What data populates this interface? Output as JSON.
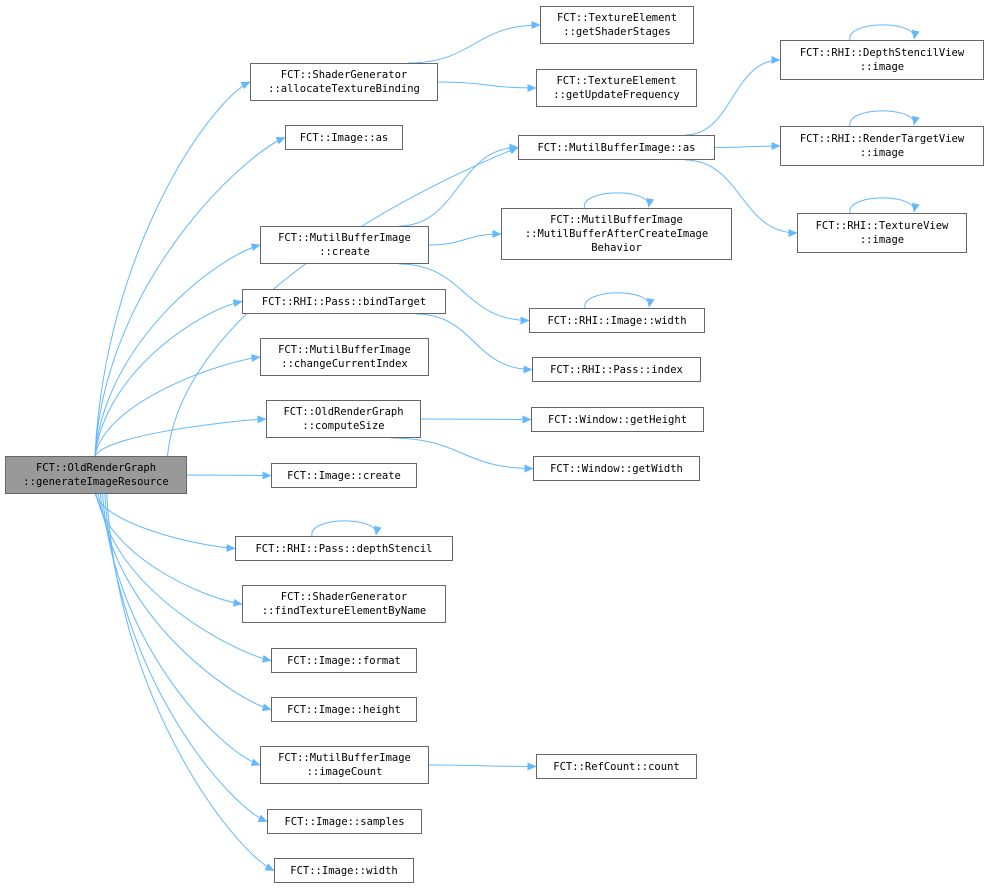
{
  "colors": {
    "edge": "#63b8ff",
    "node_border": "#666666",
    "root_fill": "#999999",
    "node_fill": "#ffffff"
  },
  "nodes": [
    {
      "id": "root",
      "lines": [
        "FCT::OldRenderGraph",
        "::generateImageResource"
      ],
      "root": true
    },
    {
      "id": "sg_alloc",
      "lines": [
        "FCT::ShaderGenerator",
        "::allocateTextureBinding"
      ]
    },
    {
      "id": "te_stages",
      "lines": [
        "FCT::TextureElement",
        "::getShaderStages"
      ]
    },
    {
      "id": "te_freq",
      "lines": [
        "FCT::TextureElement",
        "::getUpdateFrequency"
      ]
    },
    {
      "id": "img_as",
      "lines": [
        "FCT::Image::as"
      ]
    },
    {
      "id": "mbi_as",
      "lines": [
        "FCT::MutilBufferImage::as"
      ]
    },
    {
      "id": "dsv_image",
      "lines": [
        "FCT::RHI::DepthStencilView",
        "::image"
      ]
    },
    {
      "id": "rtv_image",
      "lines": [
        "FCT::RHI::RenderTargetView",
        "::image"
      ]
    },
    {
      "id": "tv_image",
      "lines": [
        "FCT::RHI::TextureView",
        "::image"
      ]
    },
    {
      "id": "mbi_create",
      "lines": [
        "FCT::MutilBufferImage",
        "::create"
      ]
    },
    {
      "id": "mbi_after",
      "lines": [
        "FCT::MutilBufferImage",
        "::MutilBufferAfterCreateImage",
        "Behavior"
      ]
    },
    {
      "id": "pass_bind",
      "lines": [
        "FCT::RHI::Pass::bindTarget"
      ]
    },
    {
      "id": "rhi_img_w",
      "lines": [
        "FCT::RHI::Image::width"
      ]
    },
    {
      "id": "pass_index",
      "lines": [
        "FCT::RHI::Pass::index"
      ]
    },
    {
      "id": "mbi_change",
      "lines": [
        "FCT::MutilBufferImage",
        "::changeCurrentIndex"
      ]
    },
    {
      "id": "org_compute",
      "lines": [
        "FCT::OldRenderGraph",
        "::computeSize"
      ]
    },
    {
      "id": "win_h",
      "lines": [
        "FCT::Window::getHeight"
      ]
    },
    {
      "id": "win_w",
      "lines": [
        "FCT::Window::getWidth"
      ]
    },
    {
      "id": "img_create",
      "lines": [
        "FCT::Image::create"
      ]
    },
    {
      "id": "pass_ds",
      "lines": [
        "FCT::RHI::Pass::depthStencil"
      ]
    },
    {
      "id": "sg_find",
      "lines": [
        "FCT::ShaderGenerator",
        "::findTextureElementByName"
      ]
    },
    {
      "id": "img_format",
      "lines": [
        "FCT::Image::format"
      ]
    },
    {
      "id": "img_height",
      "lines": [
        "FCT::Image::height"
      ]
    },
    {
      "id": "mbi_count",
      "lines": [
        "FCT::MutilBufferImage",
        "::imageCount"
      ]
    },
    {
      "id": "ref_count",
      "lines": [
        "FCT::RefCount::count"
      ]
    },
    {
      "id": "img_samples",
      "lines": [
        "FCT::Image::samples"
      ]
    },
    {
      "id": "img_width",
      "lines": [
        "FCT::Image::width"
      ]
    }
  ],
  "edges": [
    {
      "from": "root",
      "to": "sg_alloc"
    },
    {
      "from": "root",
      "to": "img_as"
    },
    {
      "from": "root",
      "to": "mbi_as"
    },
    {
      "from": "root",
      "to": "mbi_create"
    },
    {
      "from": "root",
      "to": "pass_bind"
    },
    {
      "from": "root",
      "to": "mbi_change"
    },
    {
      "from": "root",
      "to": "org_compute"
    },
    {
      "from": "root",
      "to": "img_create"
    },
    {
      "from": "root",
      "to": "pass_ds"
    },
    {
      "from": "root",
      "to": "sg_find"
    },
    {
      "from": "root",
      "to": "img_format"
    },
    {
      "from": "root",
      "to": "img_height"
    },
    {
      "from": "root",
      "to": "mbi_count"
    },
    {
      "from": "root",
      "to": "img_samples"
    },
    {
      "from": "root",
      "to": "img_width"
    },
    {
      "from": "sg_alloc",
      "to": "te_stages"
    },
    {
      "from": "sg_alloc",
      "to": "te_freq"
    },
    {
      "from": "mbi_as",
      "to": "dsv_image"
    },
    {
      "from": "mbi_as",
      "to": "rtv_image"
    },
    {
      "from": "mbi_as",
      "to": "tv_image"
    },
    {
      "from": "dsv_image",
      "to": "dsv_image"
    },
    {
      "from": "rtv_image",
      "to": "rtv_image"
    },
    {
      "from": "tv_image",
      "to": "tv_image"
    },
    {
      "from": "mbi_create",
      "to": "mbi_as"
    },
    {
      "from": "mbi_create",
      "to": "mbi_after"
    },
    {
      "from": "mbi_create",
      "to": "rhi_img_w"
    },
    {
      "from": "mbi_after",
      "to": "mbi_after"
    },
    {
      "from": "rhi_img_w",
      "to": "rhi_img_w"
    },
    {
      "from": "pass_bind",
      "to": "pass_index"
    },
    {
      "from": "org_compute",
      "to": "win_h"
    },
    {
      "from": "org_compute",
      "to": "win_w"
    },
    {
      "from": "pass_ds",
      "to": "pass_ds"
    },
    {
      "from": "mbi_count",
      "to": "ref_count"
    }
  ]
}
